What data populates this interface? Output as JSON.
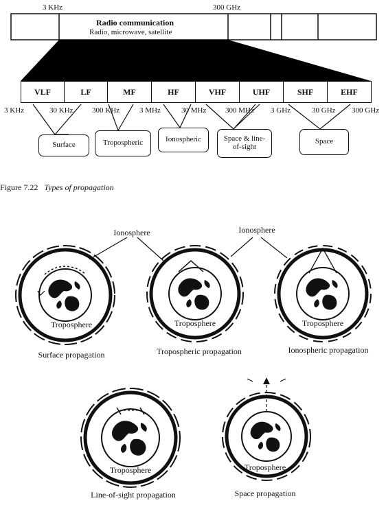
{
  "top_bar": {
    "left_freq": "3 KHz",
    "right_freq": "300 GHz",
    "title": "Radio communication",
    "subtitle": "Radio, microwave, satellite"
  },
  "bands": [
    "VLF",
    "LF",
    "MF",
    "HF",
    "VHF",
    "UHF",
    "SHF",
    "EHF"
  ],
  "band_freqs": [
    "3 KHz",
    "30 KHz",
    "300 KHz",
    "3 MHz",
    "30 MHz",
    "300 MHz",
    "3 GHz",
    "30 GHz",
    "300 GHz"
  ],
  "propagation_types": [
    "Surface",
    "Tropospheric",
    "Ionospheric",
    "Space & line-of-sight",
    "Space"
  ],
  "figure_caption": {
    "number": "Figure 7.22",
    "title": "Types of propagation"
  },
  "ionosphere_labels": [
    "Ionosphere",
    "Ionosphere"
  ],
  "globes": [
    {
      "inner": "Troposphere",
      "caption": "Surface propagation"
    },
    {
      "inner": "Troposphere",
      "caption": "Tropospheric propagation"
    },
    {
      "inner": "Troposphere",
      "caption": "Ionospheric propagation"
    },
    {
      "inner": "Troposphere",
      "caption": "Line-of-sight propagation"
    },
    {
      "inner": "Troposphere",
      "caption": "Space propagation"
    }
  ],
  "colors": {
    "ink": "#111111",
    "fill": "#000000",
    "background": "#ffffff"
  }
}
